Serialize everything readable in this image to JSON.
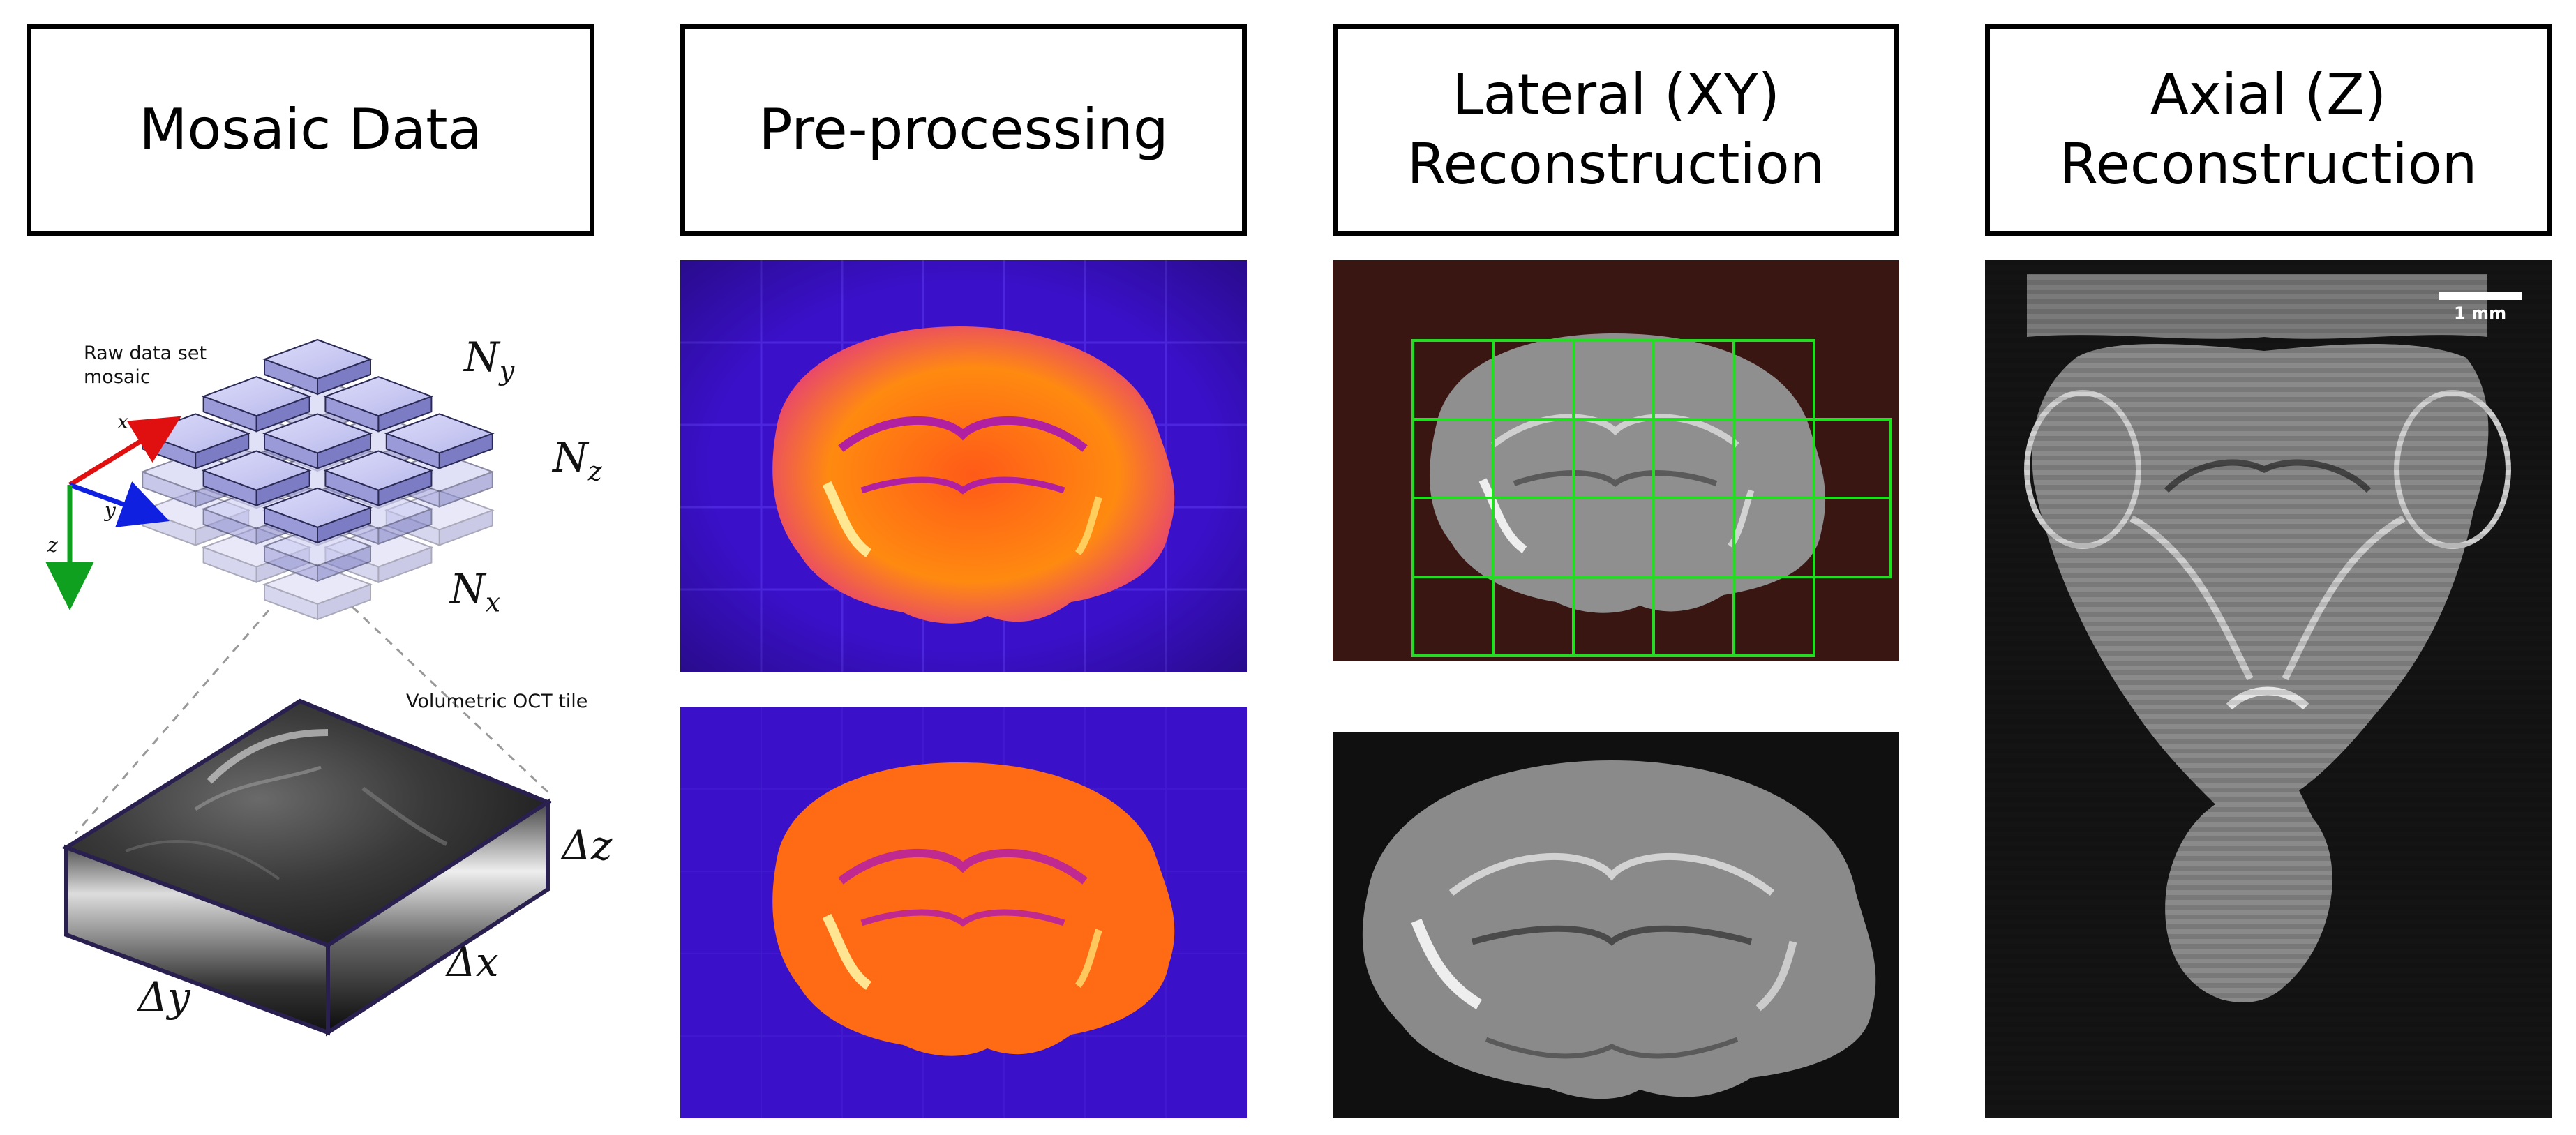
{
  "headers": {
    "mosaic": [
      "Mosaic Data"
    ],
    "preprocessing": [
      "Pre-processing"
    ],
    "lateral": [
      "Lateral (XY)",
      "Reconstruction"
    ],
    "axial": [
      "Axial (Z)",
      "Reconstruction"
    ]
  },
  "mosaic_panel": {
    "raw_label_line1": "Raw data set",
    "raw_label_line2": "mosaic",
    "ny": "N",
    "ny_sub": "y",
    "nz": "N",
    "nz_sub": "z",
    "nx": "N",
    "nx_sub": "x",
    "axis_x": "x",
    "axis_y": "y",
    "axis_z": "z",
    "tile_label": "Volumetric OCT tile",
    "dz": "Δz",
    "dx": "Δx",
    "dy": "Δy"
  },
  "axial_panel": {
    "scale_label": "1 mm"
  },
  "colors": {
    "tile_face": "#c8c8f2",
    "tile_edge": "#2a2a55",
    "axis_x": "#e01010",
    "axis_y": "#1020e0",
    "axis_z": "#10a020",
    "grid_green": "#22dd22",
    "fire_bg": "#3a10c8",
    "lateral_bg": "#3a1612"
  }
}
